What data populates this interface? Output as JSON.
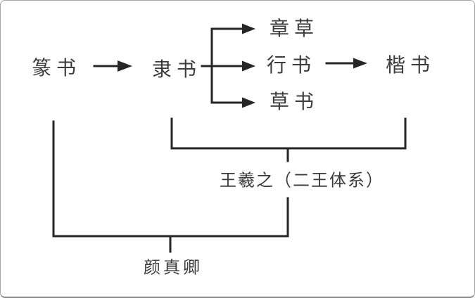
{
  "diagram": {
    "nodes": [
      {
        "id": "zhuanshu",
        "label": "篆书"
      },
      {
        "id": "lishu",
        "label": "隶书"
      },
      {
        "id": "zhangcao",
        "label": "章草"
      },
      {
        "id": "xingshu",
        "label": "行书"
      },
      {
        "id": "caoshu",
        "label": "草书"
      },
      {
        "id": "kaishu",
        "label": "楷书"
      }
    ],
    "annotations": [
      {
        "id": "wang",
        "label": "王羲之（二王体系）"
      },
      {
        "id": "yan",
        "label": "颜真卿"
      }
    ],
    "edges": [
      {
        "from": "篆书",
        "to": "隶书",
        "type": "arrow"
      },
      {
        "from": "隶书",
        "to": "章草",
        "type": "arrow"
      },
      {
        "from": "隶书",
        "to": "行书",
        "type": "arrow"
      },
      {
        "from": "隶书",
        "to": "草书",
        "type": "arrow"
      },
      {
        "from": "行书",
        "to": "楷书",
        "type": "arrow"
      },
      {
        "group": [
          "隶书",
          "楷书"
        ],
        "to": "王羲之（二王体系）",
        "type": "bracket"
      },
      {
        "group": [
          "篆书",
          "王羲之（二王体系）"
        ],
        "to": "颜真卿",
        "type": "bracket"
      }
    ],
    "colors": {
      "line": "#262626",
      "text": "#3c3c3c",
      "border": "#a6a6a6",
      "background": "#ffffff"
    }
  }
}
